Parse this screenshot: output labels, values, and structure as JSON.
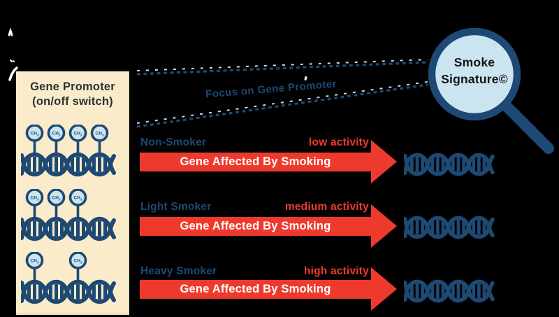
{
  "colors": {
    "background": "#000000",
    "navy": "#1e4973",
    "red": "#ee3a2c",
    "cream": "#faecca",
    "light_blue": "#cbe5f0",
    "white": "#ffffff"
  },
  "panel": {
    "title_line1": "Gene Promoter",
    "title_line2": "(on/off switch)",
    "methyl": {
      "label": "CH",
      "sub": "3"
    },
    "methyl_counts": [
      4,
      3,
      2
    ]
  },
  "funnel": {
    "label": "Focus on Gene Promoter"
  },
  "magnifier": {
    "line1": "Smoke",
    "line2": "Signature©"
  },
  "rows": [
    {
      "smoker": "Non-Smoker",
      "activity": "low activity",
      "arrow_label": "Gene Affected By Smoking"
    },
    {
      "smoker": "Light Smoker",
      "activity": "medium activity",
      "arrow_label": "Gene Affected By Smoking"
    },
    {
      "smoker": "Heavy Smoker",
      "activity": "high activity",
      "arrow_label": "Gene Affected By Smoking"
    }
  ]
}
